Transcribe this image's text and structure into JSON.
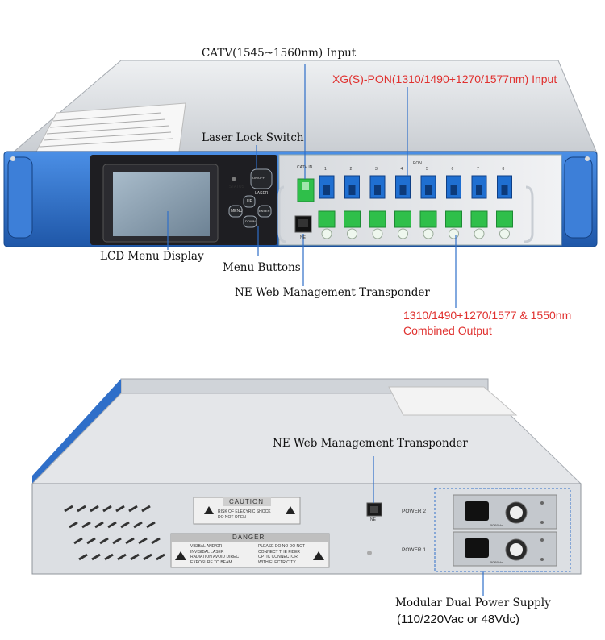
{
  "front_labels": {
    "catv_input": "CATV(1545~1560nm) Input",
    "xgs_pon_input": "XG(S)-PON(1310/1490+1270/1577nm)  Input",
    "laser_lock_switch": "Laser Lock Switch",
    "lcd_menu_display": "LCD Menu Display",
    "menu_buttons": "Menu Buttons",
    "ne_web_management": "NE Web Management Transponder",
    "combined_output_line1": "1310/1490+1270/1577 & 1550nm",
    "combined_output_line2": "Combined Output"
  },
  "front_panel": {
    "status": "STATUS",
    "onoff": "ON/OFF",
    "laser": "LASER",
    "up": "UP",
    "menu": "MENU",
    "enter": "ENTER",
    "down": "DOWN",
    "catv_in": "CATV IN",
    "ne": "NE",
    "pon": "PON",
    "ports": [
      "1",
      "2",
      "3",
      "4",
      "5",
      "6",
      "7",
      "8"
    ]
  },
  "rear_labels": {
    "ne_web_management": "NE Web Management Transponder",
    "caution": "CAUTION",
    "caution_text1": "RISK OF ELECYRIC SHOCK",
    "caution_text2": "DO NOT OPEN",
    "danger": "DANGER",
    "danger_left": [
      "VISIBAL AND/OR",
      "INVISIBAL LASER",
      "RADIATION AVOID DIRECT",
      "EXPOSURE TO BEAM"
    ],
    "danger_right": [
      "PLEASE DO NO DO NOT",
      "CONNECT THE FIBER",
      "OPTIC CONNECTOR",
      "WITH ELECTRICITY"
    ],
    "ne": "NE",
    "power2": "POWER 2",
    "power1": "POWER 1",
    "psu_rating": "50/60Hz",
    "modular_power_line1": "Modular Dual Power Supply",
    "modular_power_line2": "(110/220Vac or 48Vdc)"
  },
  "colors": {
    "rack_blue": "#2f6fc9",
    "sc_blue": "#1f6fd1",
    "sc_green": "#2fbf4a",
    "annotation_red": "#e0312f"
  }
}
